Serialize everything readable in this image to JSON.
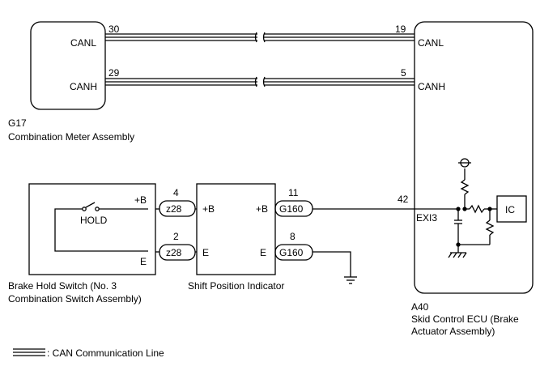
{
  "components": {
    "meter": {
      "code": "G17",
      "name": "Combination Meter Assembly",
      "canl": "CANL",
      "canh": "CANH"
    },
    "ecu": {
      "code": "A40",
      "name_line1": "Skid Control ECU (Brake",
      "name_line2": "Actuator Assembly)",
      "canl": "CANL",
      "canh": "CANH",
      "exi3": "EXI3",
      "ic": "IC"
    },
    "brake_switch": {
      "name_line1": "Brake Hold Switch (No. 3",
      "name_line2": "Combination Switch Assembly)",
      "hold": "HOLD",
      "b_plus": "+B",
      "e": "E"
    },
    "indicator": {
      "name": "Shift Position Indicator",
      "b_plus_left": "+B",
      "e_left": "E",
      "b_plus_right": "+B",
      "e_right": "E"
    }
  },
  "pins": {
    "meter_canl": "30",
    "meter_canh": "29",
    "ecu_canl": "19",
    "ecu_canh": "5",
    "z28_top": "4",
    "z28_bottom": "2",
    "g160_top": "11",
    "g160_bottom": "8",
    "ecu_exi3": "42"
  },
  "connectors": {
    "z28": "z28",
    "g160": "G160"
  },
  "legend": {
    "label": ": CAN Communication Line"
  }
}
